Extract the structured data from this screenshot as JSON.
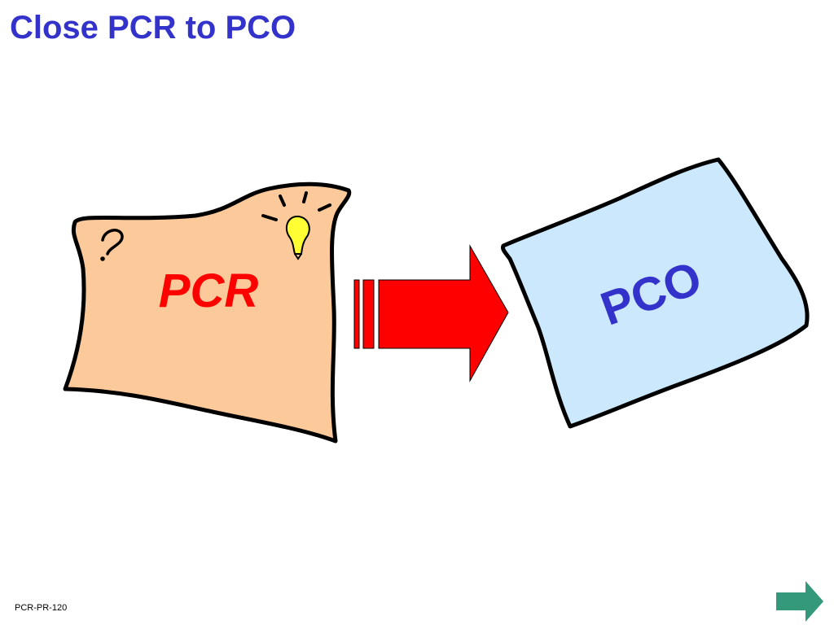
{
  "title": "Close PCR to PCO",
  "source_shape": {
    "label": "PCR",
    "fill": "#FCC99A",
    "label_color": "#FF0000",
    "decorations": [
      "question-mark-icon",
      "lightbulb-icon"
    ]
  },
  "flow_arrow": {
    "fill": "#FF0000",
    "direction": "right"
  },
  "target_shape": {
    "label": "PCO",
    "fill": "#CCE8FC",
    "label_color": "#3333CC"
  },
  "footer": {
    "code": "PCR-PR-120"
  },
  "navigation": {
    "next_icon": "arrow-right-icon",
    "next_color": "#33997A"
  },
  "colors": {
    "title": "#3333CC",
    "outline": "#000000",
    "bulb": "#FFFF33"
  }
}
